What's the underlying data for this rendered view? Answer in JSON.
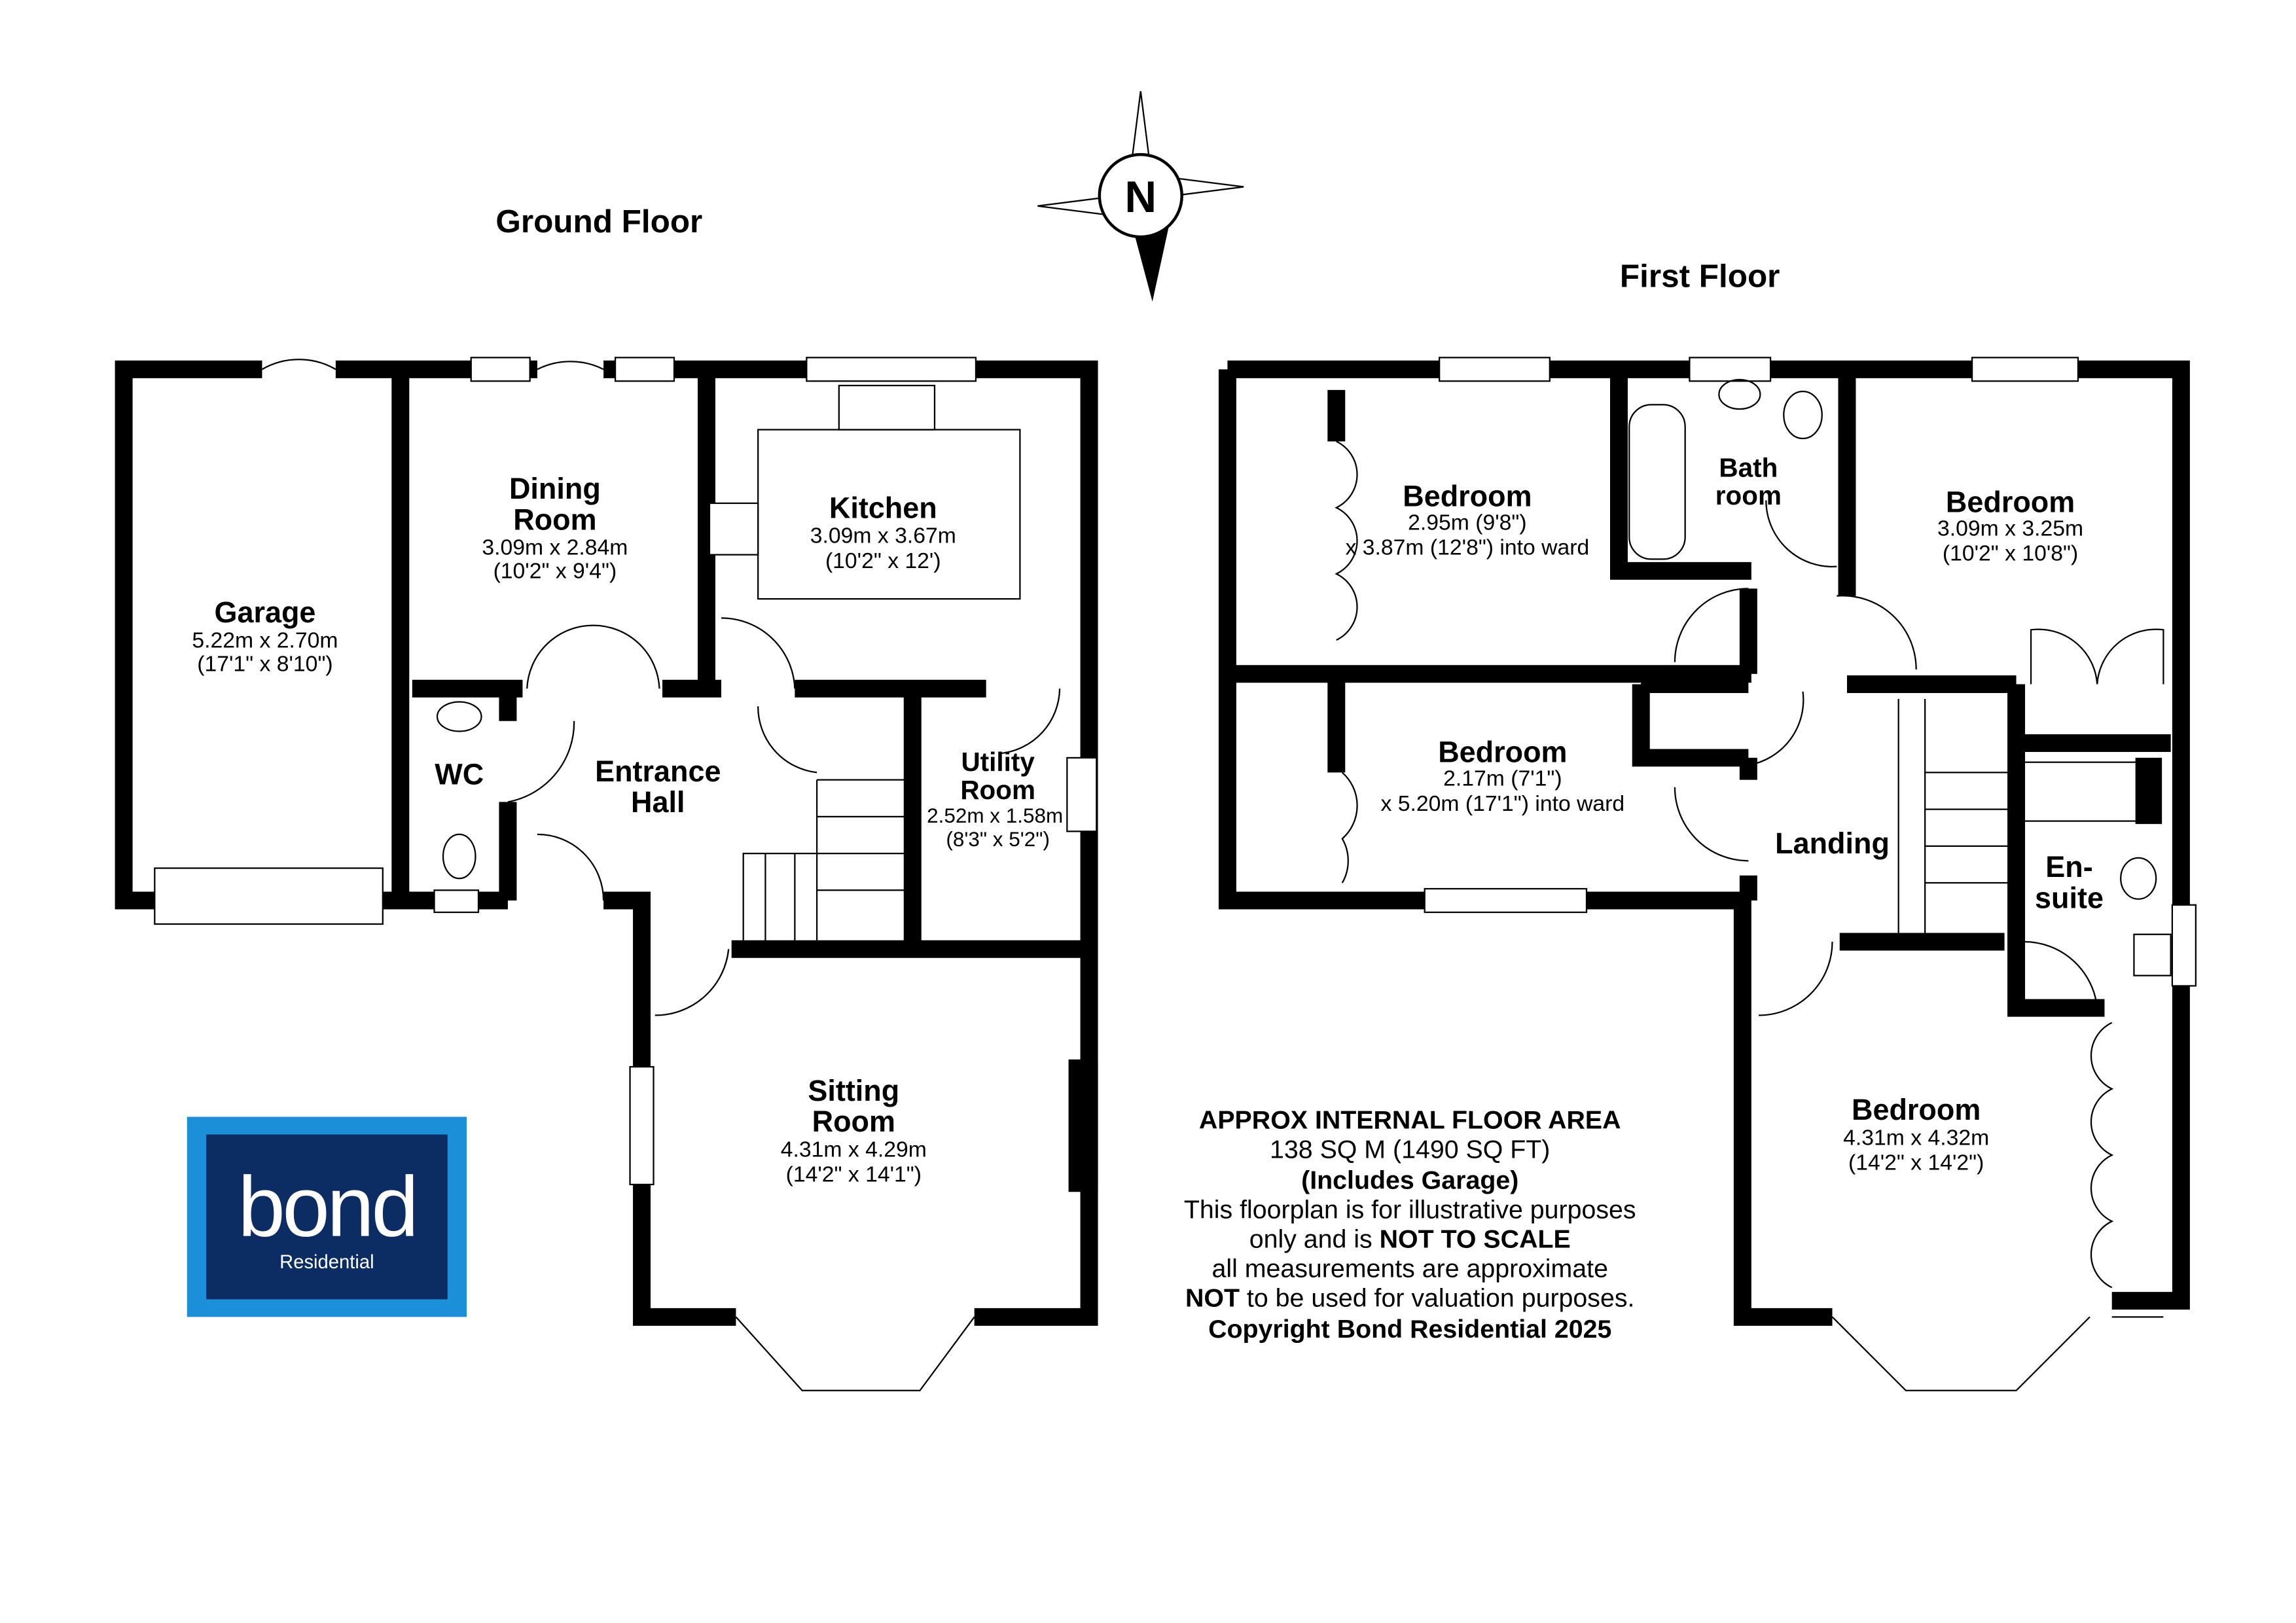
{
  "ground_floor": {
    "title": "Ground Floor",
    "rooms": [
      {
        "name": "Garage",
        "dim_m": "5.22m x 2.70m",
        "dim_ft": "(17'1\" x 8'10\")"
      },
      {
        "name_1": "Dining",
        "name_2": "Room",
        "dim_m": "3.09m x 2.84m",
        "dim_ft": "(10'2\" x 9'4\")"
      },
      {
        "name": "Kitchen",
        "dim_m": "3.09m x 3.67m",
        "dim_ft": "(10'2\" x 12')"
      },
      {
        "name": "WC"
      },
      {
        "name_1": "Entrance",
        "name_2": "Hall"
      },
      {
        "name_1": "Utility",
        "name_2": "Room",
        "dim_m": "2.52m x 1.58m",
        "dim_ft": "(8'3\" x 5'2\")"
      },
      {
        "name_1": "Sitting",
        "name_2": "Room",
        "dim_m": "4.31m x 4.29m",
        "dim_ft": "(14'2\" x 14'1\")"
      }
    ]
  },
  "first_floor": {
    "title": "First Floor",
    "rooms": [
      {
        "name": "Bedroom",
        "dim_1": "2.95m (9'8\")",
        "dim_2": "x 3.87m (12'8\") into ward"
      },
      {
        "name_1": "Bath",
        "name_2": "room"
      },
      {
        "name": "Bedroom",
        "dim_m": "3.09m x 3.25m",
        "dim_ft": "(10'2\" x 10'8\")"
      },
      {
        "name": "Bedroom",
        "dim_1": "2.17m (7'1\")",
        "dim_2": "x 5.20m (17'1\") into ward"
      },
      {
        "name": "Landing"
      },
      {
        "name_1": "En-",
        "name_2": "suite"
      },
      {
        "name": "Bedroom",
        "dim_m": "4.31m x 4.32m",
        "dim_ft": "(14'2\" x 14'2\")"
      }
    ]
  },
  "compass": {
    "label": "N"
  },
  "notes": {
    "line1": "APPROX INTERNAL FLOOR AREA",
    "line2": "138 SQ M (1490 SQ FT)",
    "line3": "(Includes Garage)",
    "line4": "This floorplan is for illustrative purposes",
    "line5a": "only and is ",
    "line5b": "NOT TO SCALE",
    "line6": "all measurements are approximate",
    "line7a": "NOT",
    "line7b": " to be used for valuation purposes.",
    "line8": "Copyright Bond Residential 2025"
  },
  "logo": {
    "brand": "bond",
    "sub": "Residential",
    "outer_color": "#1b8fd8",
    "inner_color": "#0c2d63"
  }
}
